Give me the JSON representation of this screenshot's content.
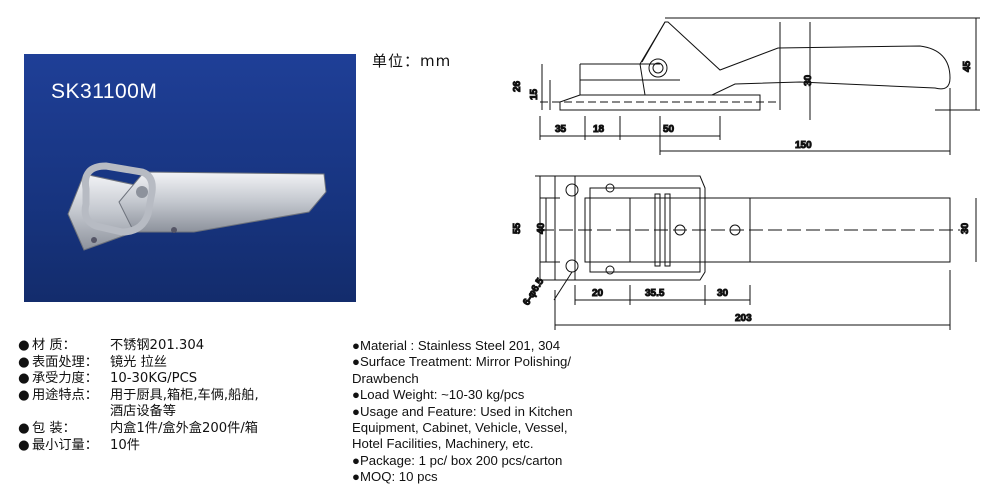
{
  "product": {
    "model": "SK31100M"
  },
  "unit_label": "单位：mm",
  "dimensions": {
    "side": [
      "26",
      "15",
      "30",
      "45",
      "35",
      "18",
      "50",
      "150"
    ],
    "top": [
      "55",
      "40",
      "30",
      "20",
      "35.5",
      "30",
      "203",
      "6-φ6.5"
    ]
  },
  "specs_cn": [
    {
      "bullet": "●",
      "label": "材    质：",
      "value": "不锈钢201.304"
    },
    {
      "bullet": "●",
      "label": "表面处理：",
      "value": "镜光  拉丝"
    },
    {
      "bullet": "●",
      "label": "承受力度：",
      "value": "10-30KG/PCS"
    },
    {
      "bullet": "●",
      "label": "用途特点：",
      "value": "用于厨具,箱柜,车俩,船舶,"
    },
    {
      "bullet": "",
      "label": "",
      "value": "酒店设备等"
    },
    {
      "bullet": "●",
      "label": "包    装：",
      "value": "内盒1件/盒外盒200件/箱"
    },
    {
      "bullet": "●",
      "label": "最小订量：",
      "value": "10件"
    }
  ],
  "specs_en": [
    "●Material : Stainless Steel 201, 304",
    "●Surface Treatment: Mirror Polishing/",
    "Drawbench",
    "●Load Weight: ~10-30 kg/pcs",
    "●Usage and Feature: Used in Kitchen",
    "Equipment, Cabinet, Vehicle, Vessel,",
    "Hotel Facilities, Machinery, etc.",
    "●Package: 1 pc/ box  200 pcs/carton",
    "●MOQ: 10 pcs"
  ],
  "colors": {
    "photo_bg": "#1c3b8f",
    "metal": "#c9ccd2"
  }
}
